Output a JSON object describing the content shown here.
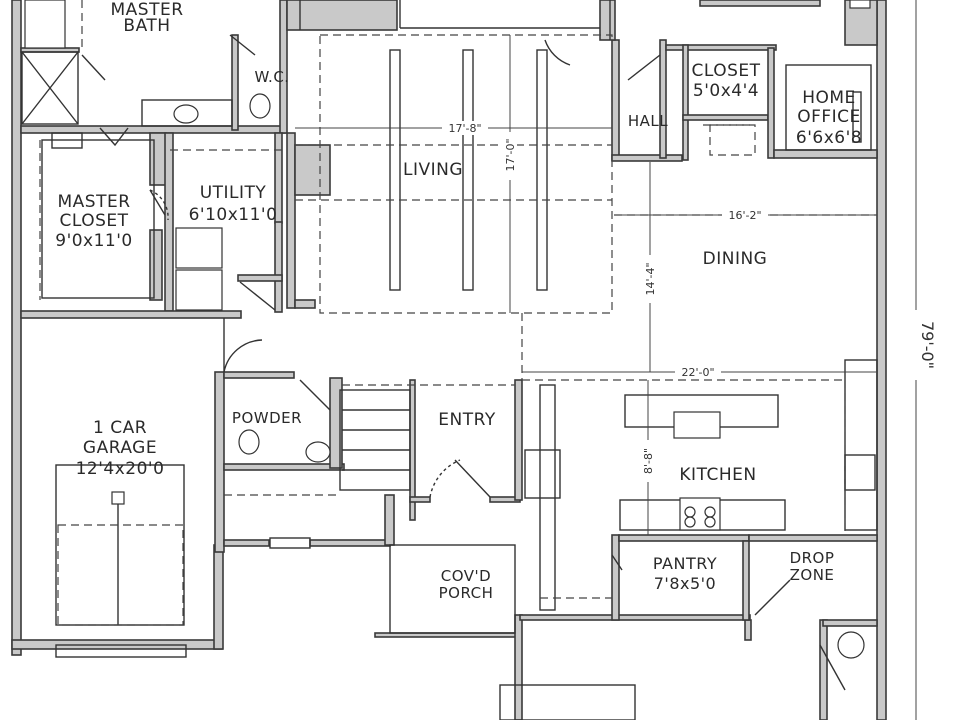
{
  "rooms": {
    "master_bath": {
      "line1": "MASTER",
      "line2": "BATH"
    },
    "wc": {
      "label": "W.C."
    },
    "master_closet": {
      "line1": "MASTER",
      "line2": "CLOSET",
      "size": "9'0x11'0"
    },
    "utility": {
      "line1": "UTILITY",
      "size": "6'10x11'0"
    },
    "living": {
      "line1": "LIVING"
    },
    "hall": {
      "line1": "HALL"
    },
    "closet": {
      "line1": "CLOSET",
      "size": "5'0x4'4"
    },
    "home_office": {
      "line1": "HOME",
      "line2": "OFFICE",
      "size": "6'6x6'8"
    },
    "dining": {
      "line1": "DINING"
    },
    "garage": {
      "line1": "1 CAR",
      "line2": "GARAGE",
      "size": "12'4x20'0"
    },
    "powder": {
      "line1": "POWDER"
    },
    "entry": {
      "line1": "ENTRY"
    },
    "kitchen": {
      "line1": "KITCHEN"
    },
    "covd_porch": {
      "line1": "COV'D",
      "line2": "PORCH"
    },
    "pantry": {
      "line1": "PANTRY",
      "size": "7'8x5'0"
    },
    "drop_zone": {
      "line1": "DROP",
      "line2": "ZONE"
    }
  },
  "dimensions": {
    "living_width": "17'-8\"",
    "living_depth": "17'-0\"",
    "dining_width": "16'-2\"",
    "dining_depth": "14'-4\"",
    "kitchen_width": "22'-0\"",
    "kitchen_depth": "8'-8\"",
    "overall_depth": "79'-0\""
  }
}
